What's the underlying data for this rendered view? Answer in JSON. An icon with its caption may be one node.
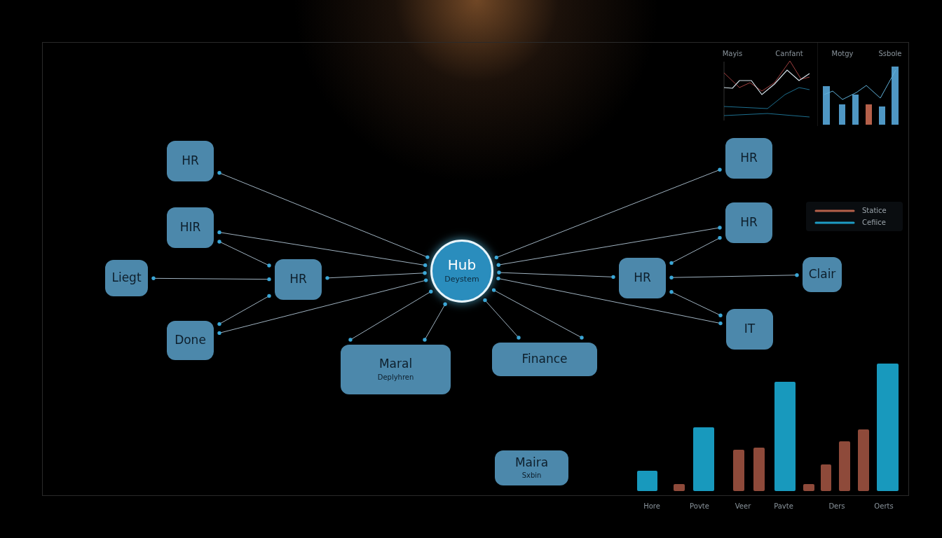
{
  "diagram": {
    "nodes": [
      {
        "text": [
          "HR"
        ]
      },
      {
        "text": [
          "HIR"
        ]
      },
      {
        "text": [
          "Liegt"
        ]
      },
      {
        "text": [
          "HR"
        ]
      },
      {
        "text": [
          "Done"
        ]
      },
      {
        "text": [
          "Hub",
          "Deystem"
        ]
      },
      {
        "text": [
          "Maral",
          "Deplyhren"
        ]
      },
      {
        "text": [
          "Finance"
        ]
      },
      {
        "text": [
          "HR"
        ]
      },
      {
        "text": [
          "HR"
        ]
      },
      {
        "text": [
          "HR"
        ]
      },
      {
        "text": [
          "Clair"
        ]
      },
      {
        "text": [
          "IT"
        ]
      },
      {
        "text": [
          "Maira",
          "Sxbin"
        ]
      }
    ],
    "edges": [
      {
        "from": 0,
        "to": 5,
        "arrow": "other"
      },
      {
        "from": 1,
        "to": 5,
        "arrow": "other"
      },
      {
        "from": 1,
        "to": 3,
        "arrow": "other"
      },
      {
        "from": 2,
        "to": 3,
        "arrow": "other"
      },
      {
        "from": 3,
        "to": 5,
        "arrow": "other"
      },
      {
        "from": 4,
        "to": 3,
        "arrow": "other"
      },
      {
        "from": 4,
        "to": 5,
        "arrow": "other"
      },
      {
        "from": 6,
        "to": 5,
        "arrow": "other"
      },
      {
        "from": 6,
        "to": 5,
        "arrow": "other"
      },
      {
        "from": 7,
        "to": 5,
        "arrow": "other"
      },
      {
        "from": 7,
        "to": 5,
        "arrow": "other"
      },
      {
        "from": 8,
        "to": 5,
        "arrow": "other"
      },
      {
        "from": 9,
        "to": 5,
        "arrow": "other"
      },
      {
        "from": 9,
        "to": 10,
        "arrow": "other"
      },
      {
        "from": 10,
        "to": 5,
        "arrow": "other"
      },
      {
        "from": 10,
        "to": 11,
        "arrow": "other"
      },
      {
        "from": 10,
        "to": 12,
        "arrow": "other"
      },
      {
        "from": 12,
        "to": 5,
        "arrow": "other"
      }
    ],
    "labels": [
      "Mayis",
      "Canfant",
      "Motgy",
      "Ssbole",
      "Hore",
      "Povte",
      "Veer",
      "Pavte",
      "Ders",
      "Oerts"
    ],
    "legend": [
      {
        "text": "Statice"
      },
      {
        "text": "Cefiice"
      }
    ]
  }
}
